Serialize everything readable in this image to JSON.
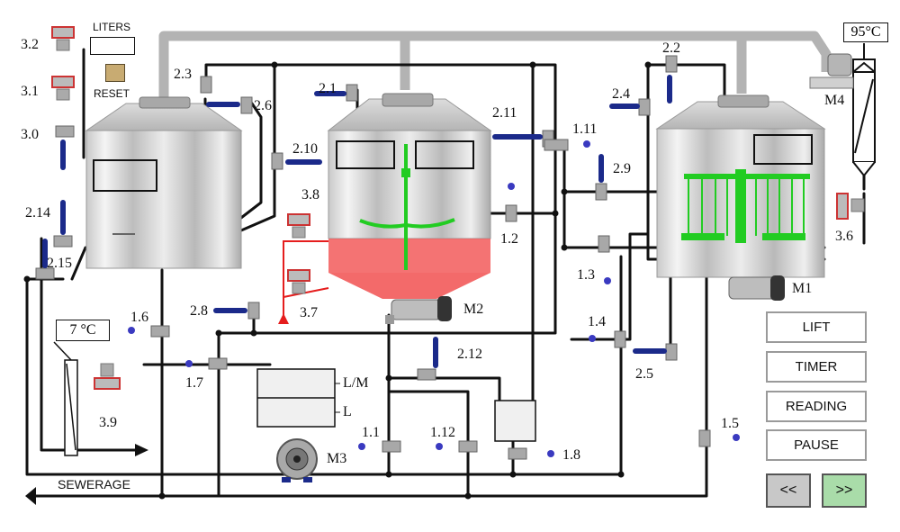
{
  "display": {
    "liters_label": "LITERS",
    "reset_label": "RESET",
    "sewerage_label": "SEWERAGE",
    "temp_hot": "95°C",
    "temp_cold": "7 °C"
  },
  "buttons": {
    "lift": "LIFT",
    "timer": "TIMER",
    "reading": "READING",
    "pause": "PAUSE",
    "prev": "<<",
    "next": ">>"
  },
  "motors": {
    "m1": "M1",
    "m2": "M2",
    "m3": "M3",
    "m4": "M4"
  },
  "level": {
    "high": "L/M",
    "low": "L"
  },
  "valves": {
    "v1_1": "1.1",
    "v1_2": "1.2",
    "v1_3": "1.3",
    "v1_4": "1.4",
    "v1_5": "1.5",
    "v1_6": "1.6",
    "v1_7": "1.7",
    "v1_8": "1.8",
    "v1_11": "1.11",
    "v1_12": "1.12",
    "v2_1": "2.1",
    "v2_2": "2.2",
    "v2_3": "2.3",
    "v2_4": "2.4",
    "v2_5": "2.5",
    "v2_6": "2.6",
    "v2_8": "2.8",
    "v2_9": "2.9",
    "v2_10": "2.10",
    "v2_11": "2.11",
    "v2_12": "2.12",
    "v2_14": "2.14",
    "v2_15": "2.15",
    "v3_0": "3.0",
    "v3_1": "3.1",
    "v3_2": "3.2",
    "v3_6": "3.6",
    "v3_7": "3.7",
    "v3_8": "3.8",
    "v3_9": "3.9"
  },
  "colors": {
    "pipe": "#111111",
    "vent_pipe": "#b3b3b3",
    "heating_zone": "#f25a5a",
    "stirrer": "#22cc22",
    "actuator_blue": "#1b2a8a",
    "next_button": "#a9dca9",
    "prev_button": "#c8c8c8",
    "reset_swatch": "#c8ab72"
  }
}
